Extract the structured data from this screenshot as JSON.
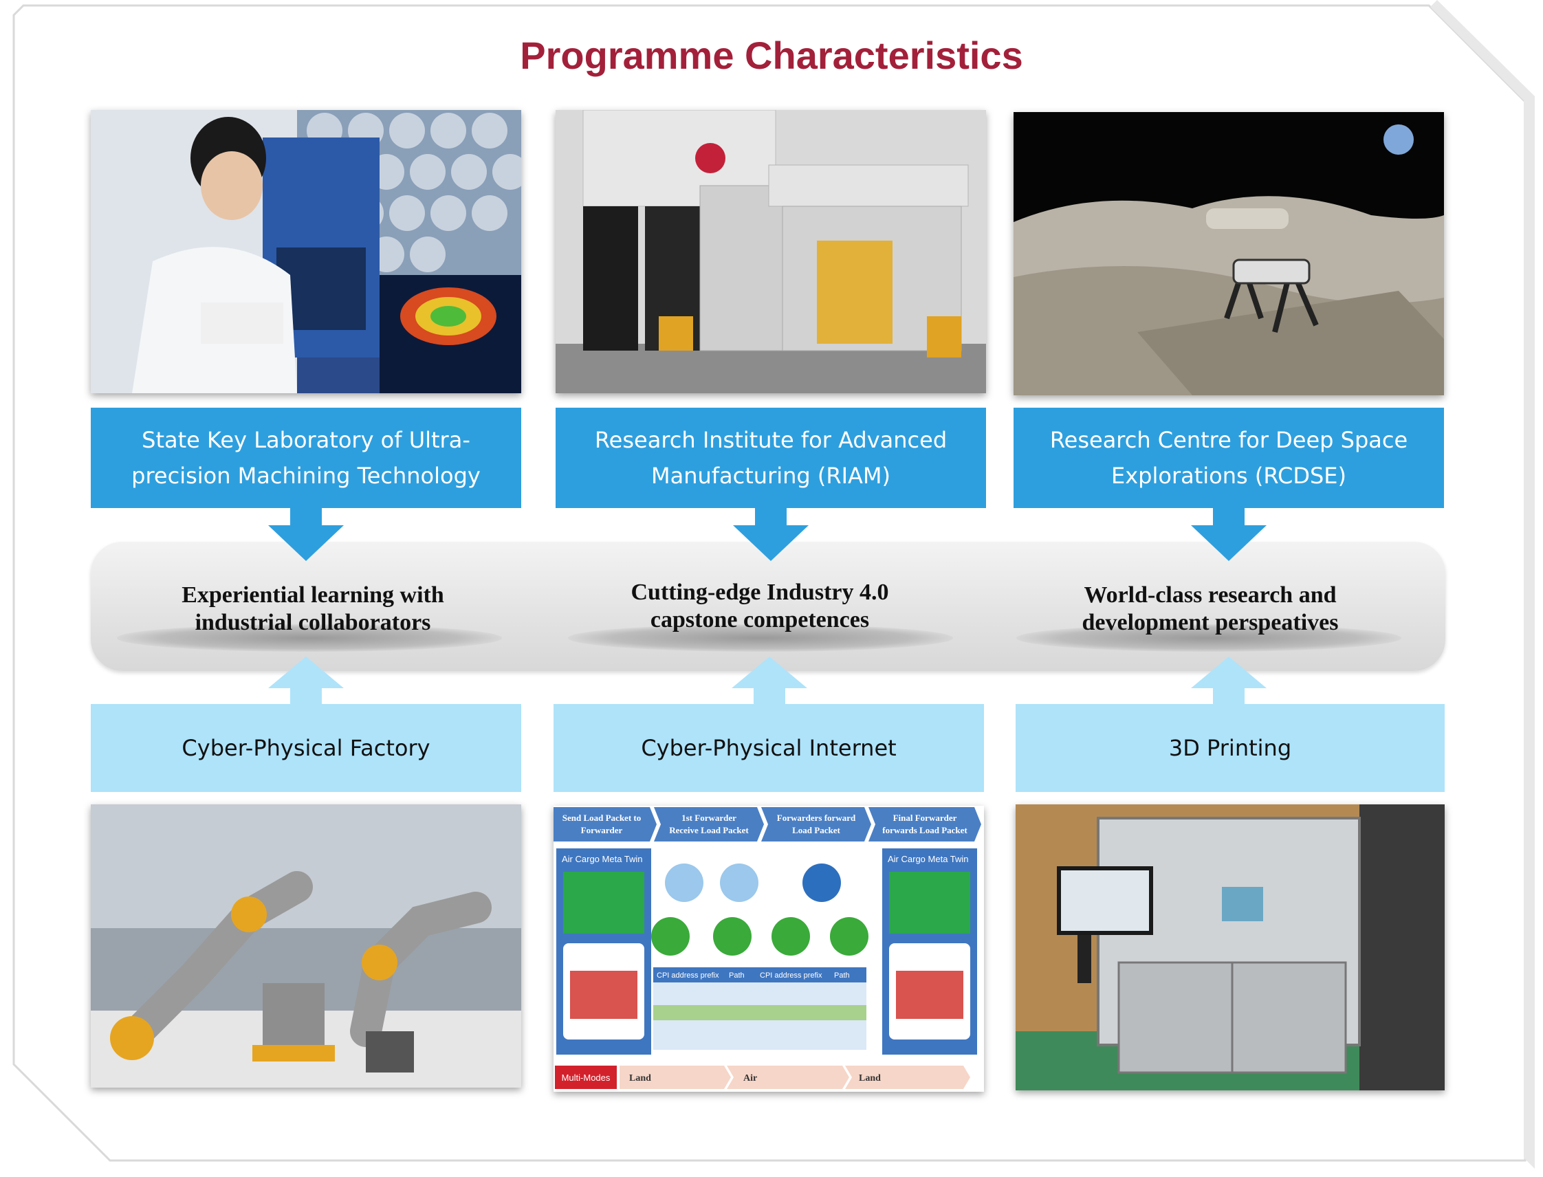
{
  "title": "Programme Characteristics",
  "top_boxes": [
    {
      "label": "State Key Laboratory of Ultra-precision Machining Technology"
    },
    {
      "label": "Research Institute for Advanced Manufacturing (RIAM)"
    },
    {
      "label": "Research Centre for Deep Space Explorations (RCDSE)"
    }
  ],
  "band_items": [
    {
      "label": "Experiential learning with industrial collaborators"
    },
    {
      "label": "Cutting-edge Industry 4.0 capstone competences"
    },
    {
      "label": "World-class research and development perspeatives"
    }
  ],
  "bottom_boxes": [
    {
      "label": "Cyber-Physical Factory"
    },
    {
      "label": "Cyber-Physical Internet"
    },
    {
      "label": "3D Printing"
    }
  ],
  "internet_diagram": {
    "steps": [
      "Send Load Packet to Forwarder",
      "1st Forwarder Receive Load Packet",
      "Forwarders forward Load Packet",
      "Final Forwarder forwards Load Packet"
    ],
    "twin_title": "Air Cargo Meta Twin",
    "table_headers": [
      "CPI address prefix",
      "Path"
    ],
    "modes": [
      "Multi-Modes",
      "Land",
      "Air",
      "Land"
    ]
  },
  "colors": {
    "title": "#a3203a",
    "top_box": "#2e9fde",
    "bottom_box": "#aee3fa",
    "band": "#e6e6e6"
  }
}
